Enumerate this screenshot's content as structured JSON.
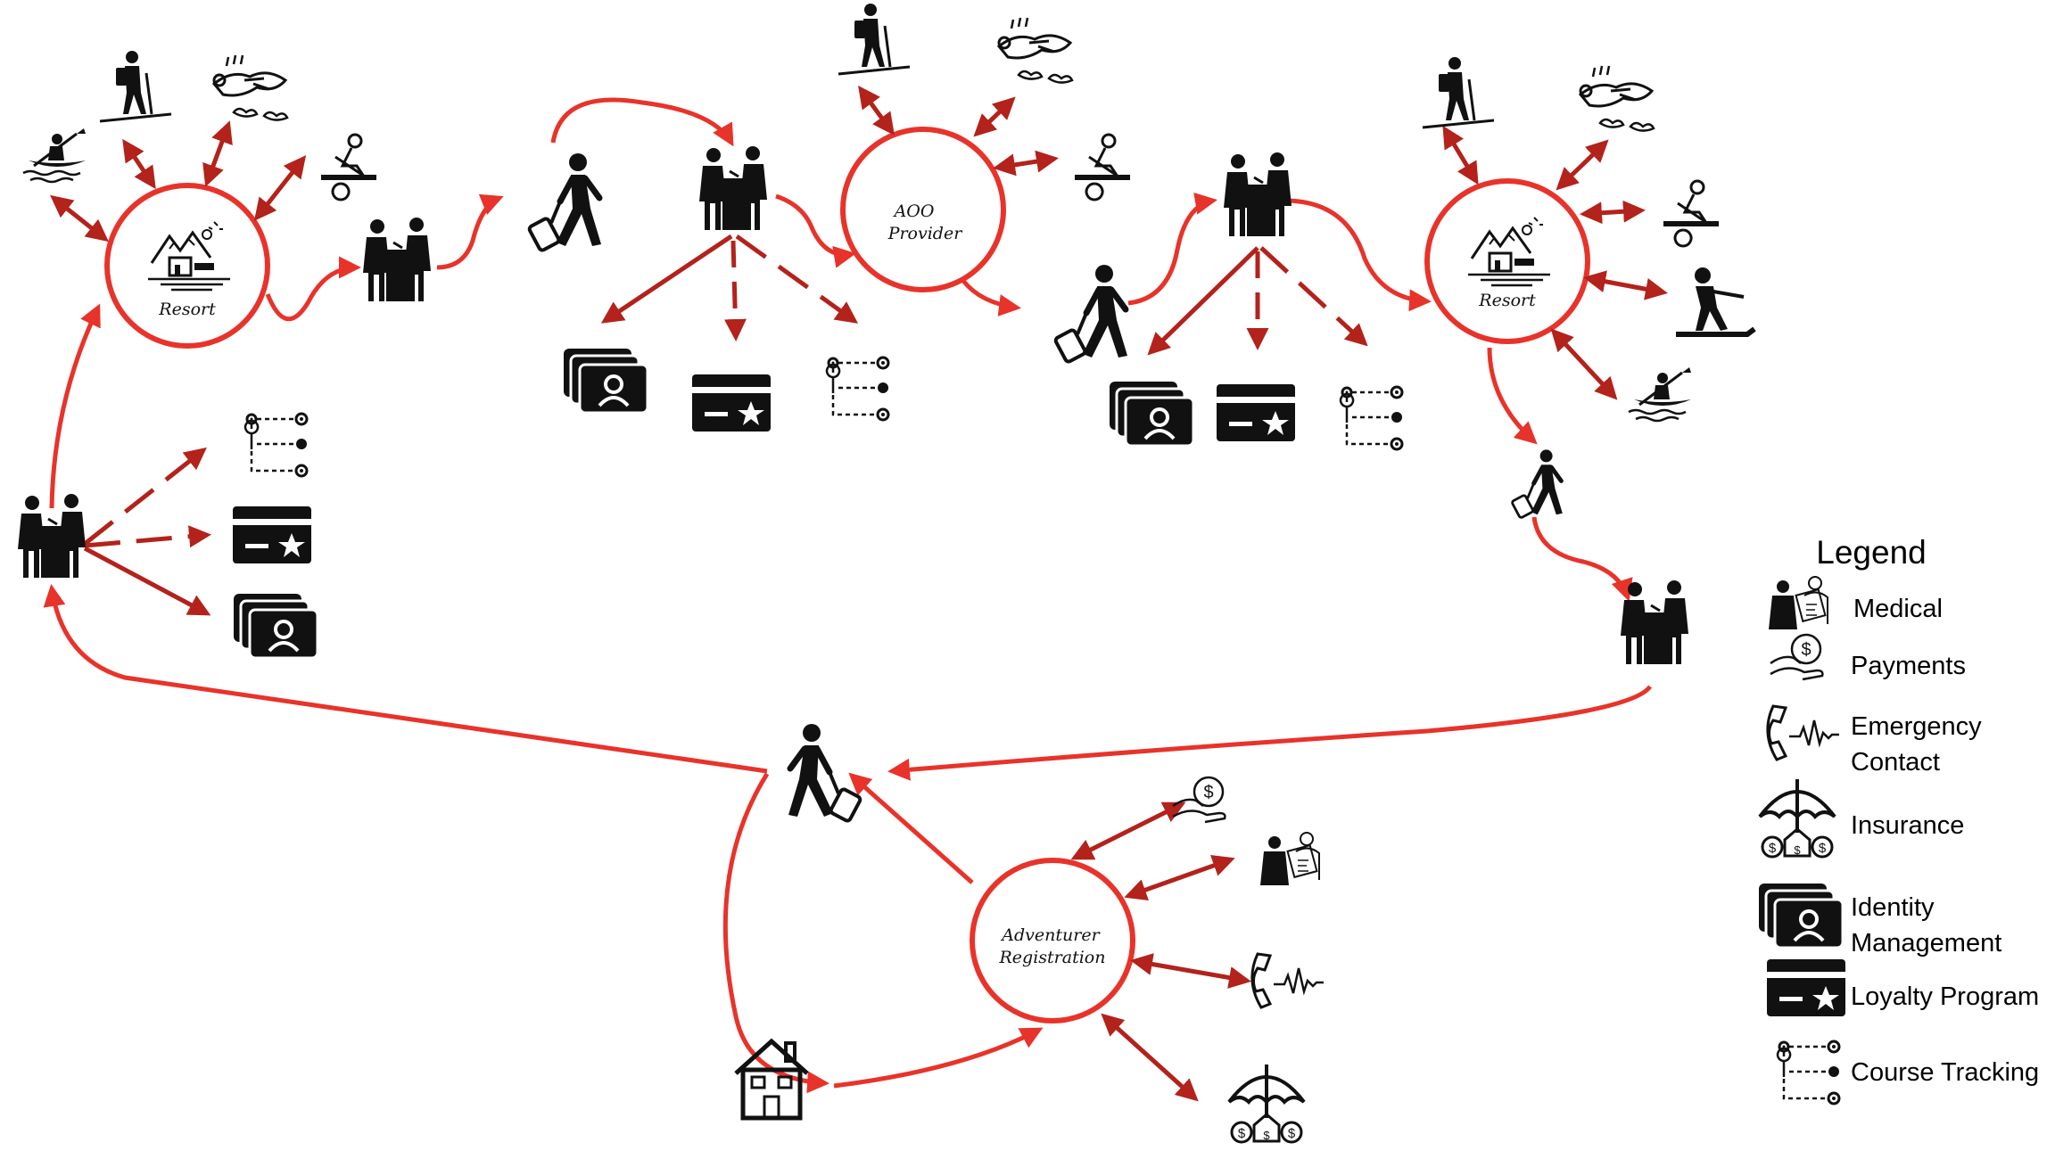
{
  "diagram": {
    "hubs": {
      "resort_left": "Resort",
      "aoo_line1": "AOO",
      "aoo_line2": "Provider",
      "resort_right": "Resort",
      "registration_line1": "Adventurer",
      "registration_line2": "Registration"
    },
    "colors": {
      "arrow_light": "#e8332a",
      "arrow_dark": "#b3221b",
      "icon": "#111111"
    }
  },
  "legend": {
    "title": "Legend",
    "items": [
      {
        "icon": "medical-icon",
        "label": "Medical"
      },
      {
        "icon": "payments-icon",
        "label": "Payments"
      },
      {
        "icon": "emergency-contact-icon",
        "label_line1": "Emergency",
        "label_line2": "Contact"
      },
      {
        "icon": "insurance-icon",
        "label": "Insurance"
      },
      {
        "icon": "identity-management-icon",
        "label_line1": "Identity",
        "label_line2": "Management"
      },
      {
        "icon": "loyalty-program-icon",
        "label": "Loyalty Program"
      },
      {
        "icon": "course-tracking-icon",
        "label": "Course Tracking"
      }
    ]
  }
}
